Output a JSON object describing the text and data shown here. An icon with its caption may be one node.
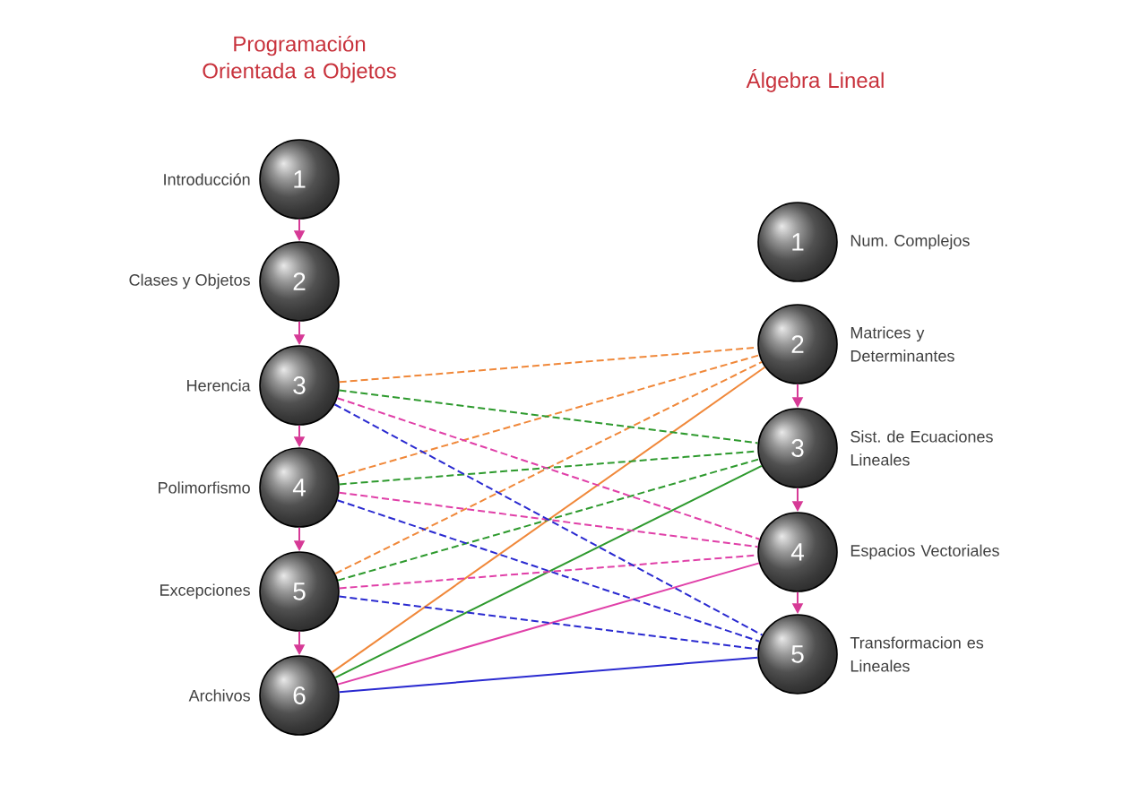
{
  "diagram": {
    "nodes": [
      {
        "text": [
          "1"
        ],
        "beside": [
          "Introducción"
        ]
      },
      {
        "text": [
          "2"
        ],
        "beside": [
          "Clases y Objetos"
        ]
      },
      {
        "text": [
          "3"
        ],
        "beside": [
          "Herencia"
        ]
      },
      {
        "text": [
          "4"
        ],
        "beside": [
          "Polimorfismo"
        ]
      },
      {
        "text": [
          "5"
        ],
        "beside": [
          "Excepciones"
        ]
      },
      {
        "text": [
          "6"
        ],
        "beside": [
          "Archivos"
        ]
      },
      {
        "text": [
          "1"
        ],
        "beside": [
          "Num. Complejos"
        ]
      },
      {
        "text": [
          "2"
        ],
        "beside": [
          "Matrices y Determinantes"
        ]
      },
      {
        "text": [
          "3"
        ],
        "beside": [
          "Sist. de Ecuaciones Lineales"
        ]
      },
      {
        "text": [
          "4"
        ],
        "beside": [
          "Espacios Vectoriales"
        ]
      },
      {
        "text": [
          "5"
        ],
        "beside": [
          "Transformacion es Lineales"
        ]
      }
    ],
    "edges": [
      {
        "from": 0,
        "to": 1,
        "arrow": "to",
        "color": "#d63a96"
      },
      {
        "from": 1,
        "to": 2,
        "arrow": "to",
        "color": "#d63a96"
      },
      {
        "from": 2,
        "to": 3,
        "arrow": "to",
        "color": "#d63a96"
      },
      {
        "from": 3,
        "to": 4,
        "arrow": "to",
        "color": "#d63a96"
      },
      {
        "from": 4,
        "to": 5,
        "arrow": "to",
        "color": "#d63a96"
      },
      {
        "from": 7,
        "to": 8,
        "arrow": "to",
        "color": "#d63a96"
      },
      {
        "from": 8,
        "to": 9,
        "arrow": "to",
        "color": "#d63a96"
      },
      {
        "from": 9,
        "to": 10,
        "arrow": "to",
        "color": "#d63a96"
      },
      {
        "from": 2,
        "to": 7,
        "arrow": "none",
        "style": "dashed",
        "color": "#f0883a"
      },
      {
        "from": 3,
        "to": 7,
        "arrow": "none",
        "style": "dashed",
        "color": "#f0883a"
      },
      {
        "from": 4,
        "to": 7,
        "arrow": "none",
        "style": "dashed",
        "color": "#f0883a"
      },
      {
        "from": 5,
        "to": 7,
        "arrow": "none",
        "color": "#f0883a"
      },
      {
        "from": 2,
        "to": 8,
        "arrow": "none",
        "style": "dashed",
        "color": "#2e9a2e"
      },
      {
        "from": 3,
        "to": 8,
        "arrow": "none",
        "style": "dashed",
        "color": "#2e9a2e"
      },
      {
        "from": 4,
        "to": 8,
        "arrow": "none",
        "style": "dashed",
        "color": "#2e9a2e"
      },
      {
        "from": 5,
        "to": 8,
        "arrow": "none",
        "color": "#2e9a2e"
      },
      {
        "from": 2,
        "to": 9,
        "arrow": "none",
        "style": "dashed",
        "color": "#e040a8"
      },
      {
        "from": 3,
        "to": 9,
        "arrow": "none",
        "style": "dashed",
        "color": "#e040a8"
      },
      {
        "from": 4,
        "to": 9,
        "arrow": "none",
        "style": "dashed",
        "color": "#e040a8"
      },
      {
        "from": 5,
        "to": 9,
        "arrow": "none",
        "color": "#e040a8"
      },
      {
        "from": 2,
        "to": 10,
        "arrow": "none",
        "style": "dashed",
        "color": "#2a2ad0"
      },
      {
        "from": 3,
        "to": 10,
        "arrow": "none",
        "style": "dashed",
        "color": "#2a2ad0"
      },
      {
        "from": 4,
        "to": 10,
        "arrow": "none",
        "style": "dashed",
        "color": "#2a2ad0"
      },
      {
        "from": 5,
        "to": 10,
        "arrow": "none",
        "color": "#2a2ad0"
      }
    ],
    "labels": [
      "Programación Orientada a Objetos",
      "Álgebra Lineal"
    ]
  }
}
